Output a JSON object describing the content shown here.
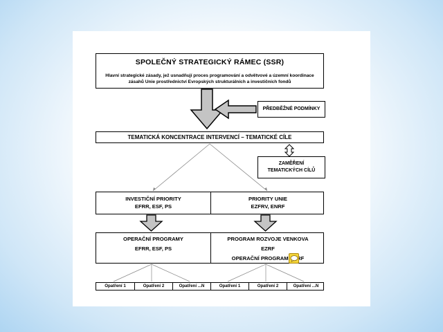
{
  "ssr": {
    "title": "SPOLEČNÝ STRATEGICKÝ RÁMEC (SSR)",
    "description": "Hlavní strategické zásady, jež usnadňují proces programování a odvětvové a územní koordinace zásahů Unie prostřednictví Evropských strukturálních a investičních fondů"
  },
  "predbezne": "PŘEDBĚŽNÉ PODMÍNKY",
  "tematicka": "TEMATICKÁ KONCENTRACE INTERVENCÍ – TEMATICKÉ CÍLE",
  "zamereni": {
    "line1": "ZAMĚŘENÍ",
    "line2": "TEMATICKÝCH CÍLŮ"
  },
  "priority": {
    "left": {
      "title": "INVESTIČNÍ PRIORITY",
      "funds": "EFRR, ESF, PS"
    },
    "right": {
      "title": "PRIORITY UNIE",
      "funds": "EZFRV, ENRF"
    }
  },
  "programs": {
    "left": {
      "title": "OPERAČNÍ PROGRAMY",
      "funds": "EFRR, ESF, PS"
    },
    "right": {
      "title": "PROGRAM ROZVOJE VENKOVA",
      "funds": "EZRF",
      "extra": "OPERAČNÍ PROGRAM ENRF"
    }
  },
  "opatreni": [
    "Opatření 1",
    "Opatření 2",
    "Opatření ...N",
    "Opatření 1",
    "Opatření 2",
    "Opatření ...N"
  ],
  "colors": {
    "arrow_fill": "#c4c4c4",
    "border": "#000000",
    "note": "#f3d43a"
  },
  "icons": {
    "note": "speech-bubble-icon"
  }
}
